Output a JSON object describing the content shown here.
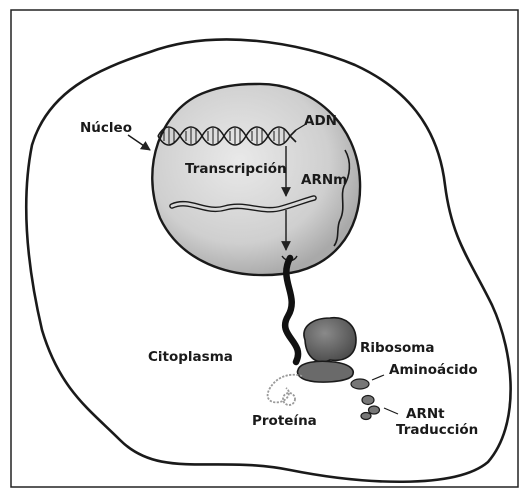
{
  "labels": {
    "nucleus": "Núcleo",
    "dna": "ADN",
    "transcription": "Transcripción",
    "mrna": "ARNm",
    "cytoplasm": "Citoplasma",
    "ribosome": "Ribosoma",
    "amino_acid": "Aminoácido",
    "protein": "Proteína",
    "trna": "ARNt",
    "translation": "Traducción"
  }
}
